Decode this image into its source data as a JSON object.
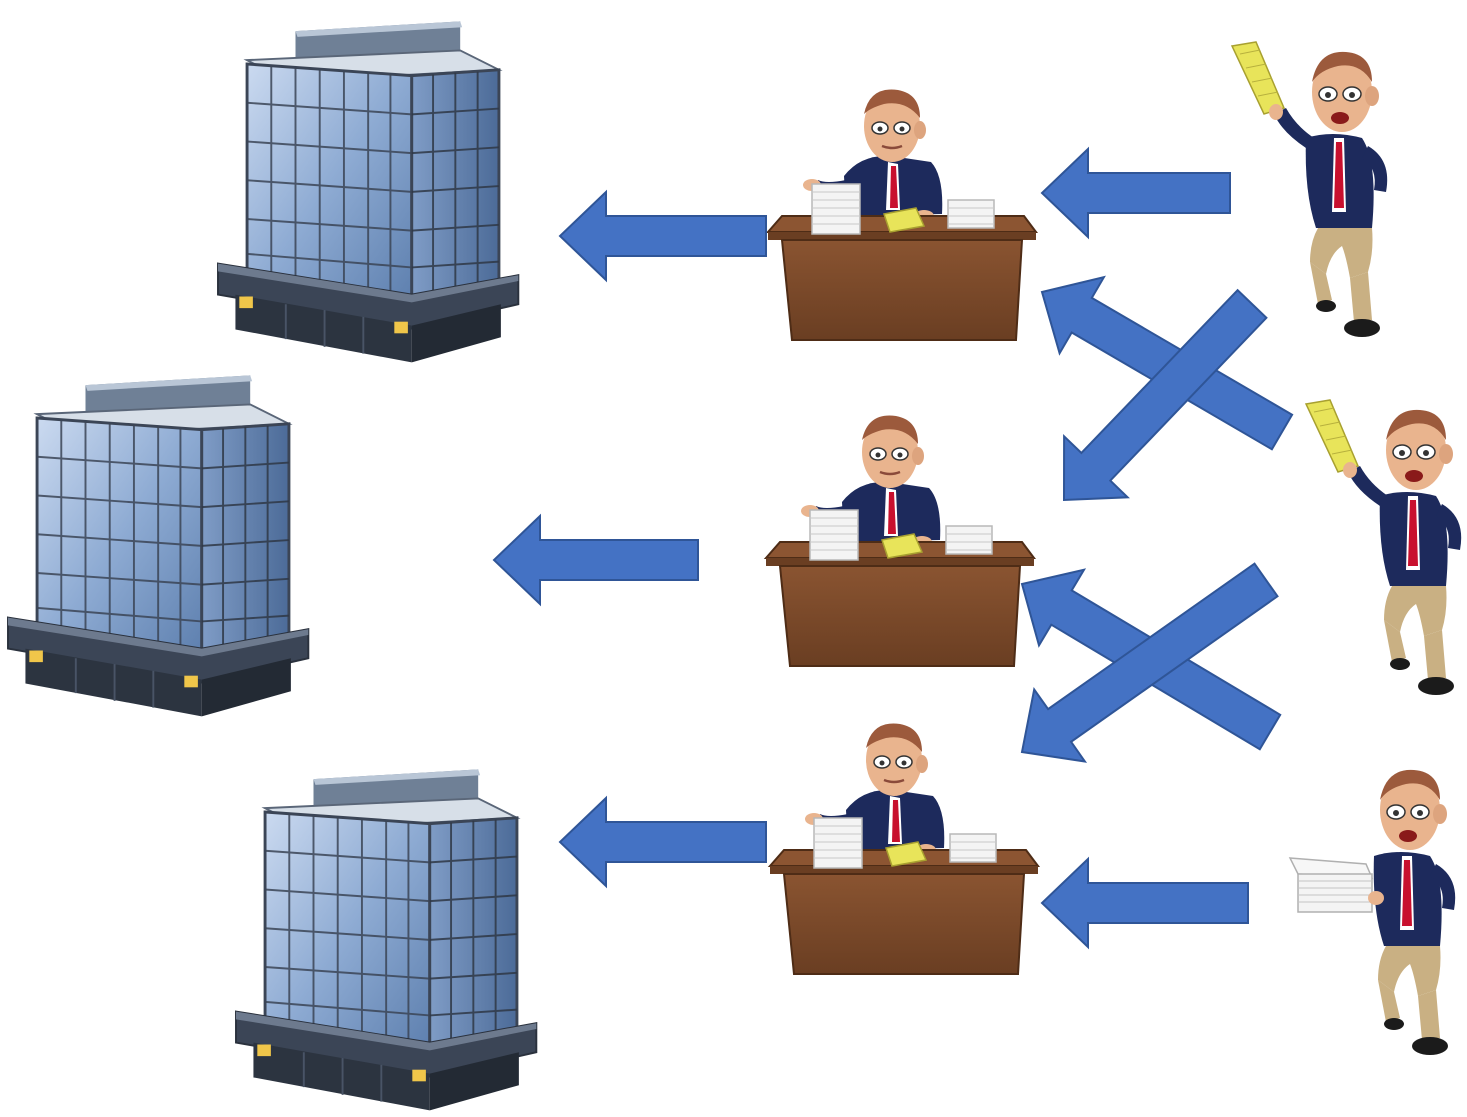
{
  "diagram": {
    "background": "#ffffff",
    "colors": {
      "arrow_fill": "#4472c4",
      "arrow_stroke": "#2f5597",
      "glass": "#9fb8d8",
      "glass_dark": "#5f7fa8",
      "frame": "#3b4556",
      "desk": "#7a4a2a",
      "desk_top": "#8c5532",
      "suit": "#1d2a5c",
      "tie": "#c8102e",
      "skin": "#e9b48e",
      "hair": "#9c5a3c",
      "trousers": "#c9b083",
      "paper": "#f4f4f4",
      "memo": "#e8e45a"
    },
    "nodes": [
      {
        "kind": "building",
        "icon": "office-building-icon"
      },
      {
        "kind": "building",
        "icon": "office-building-icon"
      },
      {
        "kind": "building",
        "icon": "office-building-icon"
      },
      {
        "kind": "clerk-at-desk",
        "icon": "clerk-at-desk-icon"
      },
      {
        "kind": "clerk-at-desk",
        "icon": "clerk-at-desk-icon"
      },
      {
        "kind": "clerk-at-desk",
        "icon": "clerk-at-desk-icon"
      },
      {
        "kind": "runner-with-paper",
        "icon": "runner-with-paper-icon"
      },
      {
        "kind": "runner-with-paper",
        "icon": "runner-with-paper-icon"
      },
      {
        "kind": "runner-with-stack",
        "icon": "runner-with-stack-icon"
      }
    ],
    "edges": [
      {
        "from": "runner-top",
        "to": "desk-top"
      },
      {
        "from": "runner-middle",
        "to": "desk-top"
      },
      {
        "from": "runner-top",
        "to": "desk-middle"
      },
      {
        "from": "runner-bottom",
        "to": "desk-middle"
      },
      {
        "from": "runner-middle",
        "to": "desk-bottom"
      },
      {
        "from": "runner-bottom",
        "to": "desk-bottom"
      },
      {
        "from": "desk-top",
        "to": "building-top"
      },
      {
        "from": "desk-middle",
        "to": "building-middle"
      },
      {
        "from": "desk-bottom",
        "to": "building-bottom"
      }
    ]
  }
}
